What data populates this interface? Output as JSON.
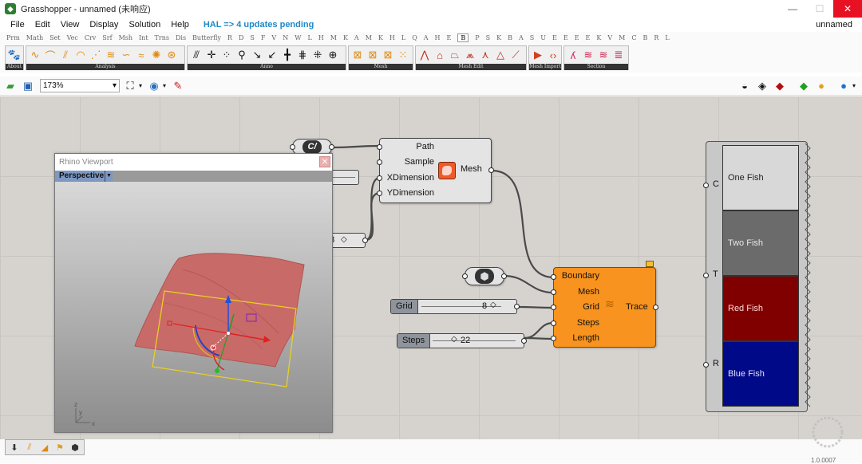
{
  "window": {
    "title": "Grasshopper - unnamed (未响应)",
    "doc_name": "unnamed"
  },
  "menu": {
    "items": [
      "File",
      "Edit",
      "View",
      "Display",
      "Solution",
      "Help"
    ],
    "hal_notice": "HAL => 4 updates pending"
  },
  "tabs": [
    "Prm",
    "Math",
    "Set",
    "Vec",
    "Crv",
    "Srf",
    "Msh",
    "Int",
    "Trns",
    "Dis",
    "Butterfly",
    "R",
    "D",
    "S",
    "F",
    "V",
    "N",
    "W",
    "L",
    "H",
    "M",
    "K",
    "A",
    "M",
    "K",
    "H",
    "L",
    "Q",
    "A",
    "H",
    "E",
    "B",
    "P",
    "S",
    "K",
    "B",
    "A",
    "S",
    "U",
    "E",
    "E",
    "E",
    "E",
    "K",
    "V",
    "M",
    "C",
    "B",
    "R",
    "L"
  ],
  "active_tab": "B",
  "component_groups": [
    "About",
    "Analysis",
    "Anno",
    "Mesh",
    "Mesh Edit",
    "Mesh Import",
    "Section"
  ],
  "canvas_toolbar": {
    "zoom": "173%"
  },
  "nodes": {
    "curve_param": {
      "icon": "curve-param-icon",
      "glyph": "C/"
    },
    "mesh_comp": {
      "inputs": [
        "Path",
        "Sample",
        "XDimension",
        "YDimension"
      ],
      "output": "Mesh"
    },
    "slider_left_value": "8",
    "brep_param": {
      "icon": "brep-param-icon"
    },
    "trace_comp": {
      "inputs": [
        "Boundary",
        "Mesh",
        "Grid",
        "Steps",
        "Length"
      ],
      "output": "Trace"
    },
    "grid_slider": {
      "name": "Grid",
      "value": "8"
    },
    "steps_slider": {
      "name": "Steps",
      "value": "22"
    }
  },
  "swatch_panel": {
    "pins": [
      "C",
      "T",
      "R"
    ],
    "swatches": [
      {
        "label": "One Fish",
        "color": "#d8d8d8",
        "text_color": "#222222"
      },
      {
        "label": "Two Fish",
        "color": "#6b6b6b",
        "text_color": "#e8e8e8"
      },
      {
        "label": "Red Fish",
        "color": "#800000",
        "text_color": "#ffd7d7"
      },
      {
        "label": "Blue Fish",
        "color": "#000a88",
        "text_color": "#dde3ff"
      }
    ]
  },
  "rhino_viewport": {
    "title": "Rhino Viewport",
    "view": "Perspective",
    "axis_y": "y",
    "axis_z": "z",
    "axis_x": "x"
  },
  "status": {
    "version": "1.0.0007"
  },
  "colors": {
    "component_orange": "#f7931e",
    "hal_blue": "#1e88c8",
    "close_red": "#e81123",
    "canvas": "#d6d3cf",
    "mesh_red": "#c86a68"
  }
}
